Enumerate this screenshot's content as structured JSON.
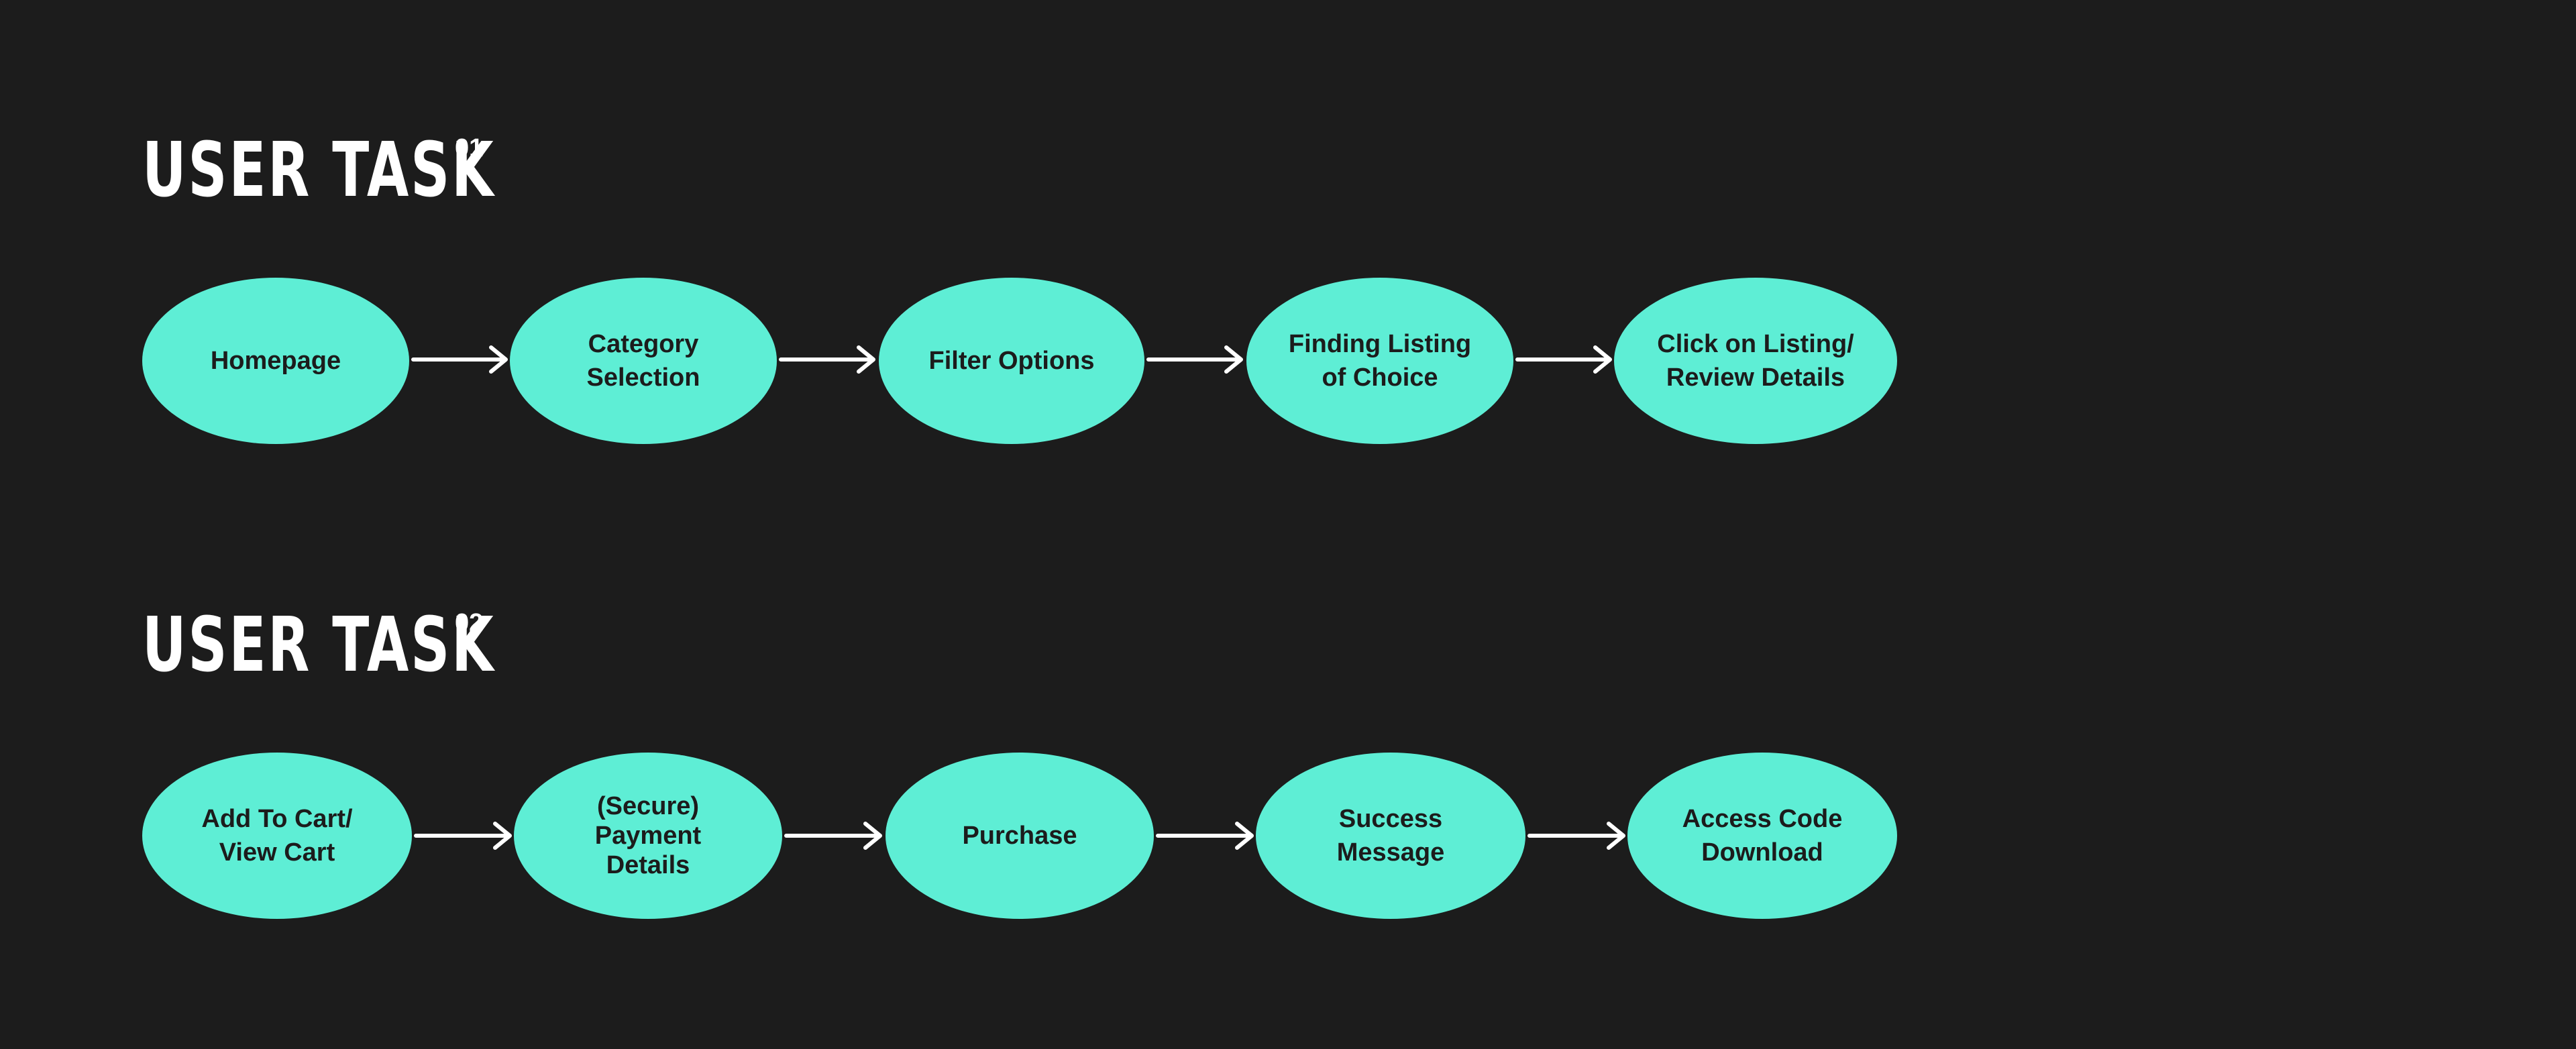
{
  "tasks": [
    {
      "title": "USER TASK",
      "number": "01",
      "steps": [
        "Homepage",
        "Category\nSelection",
        "Filter Options",
        "Finding Listing\nof Choice",
        "Click on Listing/\nReview Details"
      ]
    },
    {
      "title": "USER TASK",
      "number": "02",
      "steps": [
        "Add To Cart/\nView Cart",
        "(Secure)\nPayment\nDetails",
        "Purchase",
        "Success\nMessage",
        "Access Code\nDownload"
      ]
    }
  ],
  "colors": {
    "background": "#1c1c1c",
    "node_fill": "#5eeed5",
    "node_text": "#1c1c1c",
    "heading_text": "#ffffff",
    "arrow": "#ffffff"
  }
}
